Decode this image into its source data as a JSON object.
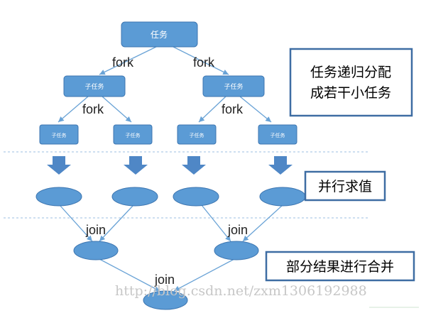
{
  "colors": {
    "node_fill": "#5b9bd5",
    "node_stroke": "#3c75b0",
    "arrow_fill": "#4f87c6",
    "edge": "#6aa3d6",
    "side_border": "#3e6da3",
    "divider": "#9dbfe0"
  },
  "nodes": {
    "root": "任务",
    "sub_left": "子任务",
    "sub_right": "子任务",
    "leaf_1": "子任务",
    "leaf_2": "子任务",
    "leaf_3": "子任务",
    "leaf_4": "子任务"
  },
  "edge_labels": {
    "fork_1": "fork",
    "fork_2": "fork",
    "fork_3": "fork",
    "fork_4": "fork",
    "join_1": "join",
    "join_2": "join",
    "join_3": "join"
  },
  "side_notes": {
    "split_line1": "任务递归分配",
    "split_line2": "成若干小任务",
    "evaluate": "并行求值",
    "merge": "部分结果进行合并"
  },
  "watermark": "http://blog.csdn.net/zxm1306192988"
}
